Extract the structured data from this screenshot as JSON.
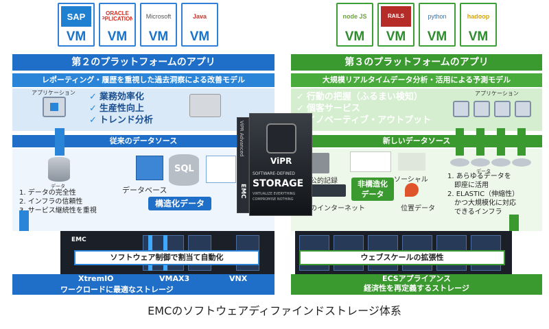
{
  "vm_tiles": {
    "left": [
      {
        "logo": "SAP",
        "vm": "VM"
      },
      {
        "logo": "ORACLE APPLICATIONS",
        "vm": "VM"
      },
      {
        "logo": "Microsoft",
        "vm": "VM"
      },
      {
        "logo": "Java",
        "vm": "VM"
      }
    ],
    "right": [
      {
        "logo": "node JS",
        "vm": "VM"
      },
      {
        "logo": "RAILS",
        "vm": "VM"
      },
      {
        "logo": "python",
        "vm": "VM"
      },
      {
        "logo": "hadoop",
        "vm": "VM"
      }
    ]
  },
  "left_panel": {
    "header": "第２のプラットフォームのアプリ",
    "subheader": "レポーティング・履歴を重視した過去洞察による改善モデル",
    "app_label": "アプリケーション",
    "checks": [
      "業務効率化",
      "生産性向上",
      "トレンド分析"
    ],
    "datasource_header": "従来のデータソース",
    "data_label": "データ",
    "list": [
      "1. データの完全性",
      "2. インフラの信頼性",
      "3. サービス継続性を重視"
    ],
    "db_label": "データベース",
    "sql_label": "SQL",
    "structured_badge": "構造化データ",
    "arrow_text": "ソフトウェア制御で割当て自動化",
    "products": [
      "XtremIO",
      "VMAX3",
      "VNX"
    ],
    "footer_sub": "ワークロードに最適なストレージ",
    "rack_brand": "EMC"
  },
  "right_panel": {
    "header": "第３のプラットフォームのアプリ",
    "subheader": "大規模リアルタイムデータ分析・活用による予測モデル",
    "checks": [
      "行動の把握（ふるまい検知）",
      "個客サービス",
      "イノベーティブ・アウトプット"
    ],
    "app_label": "アプリケーション",
    "datasource_header": "新しいデータソース",
    "data_label": "データ",
    "public_records": "公的記録",
    "social": "ソーシャル",
    "unstructured_badge": "非構造化\nデータ",
    "iot": "モノのインターネット",
    "location": "位置データ",
    "list": [
      "1. あらゆるデータを",
      "即座に活用",
      "2. ELASTIC（伸縮性）",
      "かつ大規模化に対応",
      "できるインフラ"
    ],
    "arrow_text": "ウェブスケールの拡張性",
    "footer_title": "ECSアプライアンス",
    "footer_sub": "経済性を再定義するストレージ"
  },
  "product_box": {
    "brand": "ViPR",
    "edition": "ViPR Advanced",
    "line1": "SOFTWARE-DEFINED",
    "line2": "STORAGE",
    "line3": "VIRTUALIZE EVERYTHING",
    "line4": "COMPROMISE NOTHING",
    "maker": "EMC"
  },
  "caption": "EMCのソフトウェアディファインドストレージ体系",
  "colors": {
    "blue": "#1f6fc8",
    "green": "#3b9a2f",
    "orange": "#f08c1e"
  }
}
